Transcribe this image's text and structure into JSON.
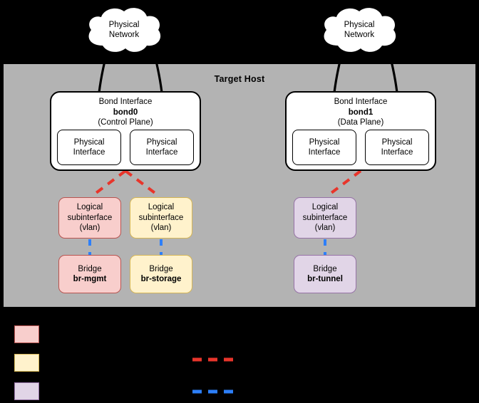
{
  "diagram": {
    "title": "Target Host",
    "background_color": "#000000",
    "host_panel_color": "#b3b3b3"
  },
  "clouds": [
    {
      "id": "cloud-left",
      "line1": "Physical",
      "line2": "Network"
    },
    {
      "id": "cloud-right",
      "line1": "Physical",
      "line2": "Network"
    }
  ],
  "bonds": [
    {
      "id": "bond0",
      "heading": "Bond Interface",
      "name": "bond0",
      "role": "(Control Plane)",
      "physical_interfaces": [
        {
          "line1": "Physical",
          "line2": "Interface"
        },
        {
          "line1": "Physical",
          "line2": "Interface"
        }
      ]
    },
    {
      "id": "bond1",
      "heading": "Bond Interface",
      "name": "bond1",
      "role": "(Data Plane)",
      "physical_interfaces": [
        {
          "line1": "Physical",
          "line2": "Interface"
        },
        {
          "line1": "Physical",
          "line2": "Interface"
        }
      ]
    }
  ],
  "vlans": [
    {
      "id": "vlan-mgmt",
      "line1": "Logical",
      "line2": "subinterface",
      "line3": "(vlan)",
      "fill": "#f8cecc",
      "stroke": "#b85450"
    },
    {
      "id": "vlan-storage",
      "line1": "Logical",
      "line2": "subinterface",
      "line3": "(vlan)",
      "fill": "#fff2cc",
      "stroke": "#d6b656"
    },
    {
      "id": "vlan-tunnel",
      "line1": "Logical",
      "line2": "subinterface",
      "line3": "(vlan)",
      "fill": "#e1d5e7",
      "stroke": "#9673a6"
    }
  ],
  "bridges": [
    {
      "id": "bridge-mgmt",
      "label": "Bridge",
      "name": "br-mgmt",
      "fill": "#f8cecc",
      "stroke": "#b85450"
    },
    {
      "id": "bridge-storage",
      "label": "Bridge",
      "name": "br-storage",
      "fill": "#fff2cc",
      "stroke": "#d6b656"
    },
    {
      "id": "bridge-tunnel",
      "label": "Bridge",
      "name": "br-tunnel",
      "fill": "#e1d5e7",
      "stroke": "#9673a6"
    }
  ],
  "links": {
    "vlan_link_color": "#e8352b",
    "bridge_link_color": "#2d7ff9",
    "physical_link_color": "#000000"
  },
  "legend": {
    "swatches": [
      {
        "fill": "#f8cecc",
        "stroke": "#b85450",
        "label": ""
      },
      {
        "fill": "#fff2cc",
        "stroke": "#d6b656",
        "label": ""
      },
      {
        "fill": "#e1d5e7",
        "stroke": "#9673a6",
        "label": ""
      }
    ],
    "lines": [
      {
        "color": "#e8352b",
        "label": ""
      },
      {
        "color": "#2d7ff9",
        "label": ""
      }
    ]
  }
}
